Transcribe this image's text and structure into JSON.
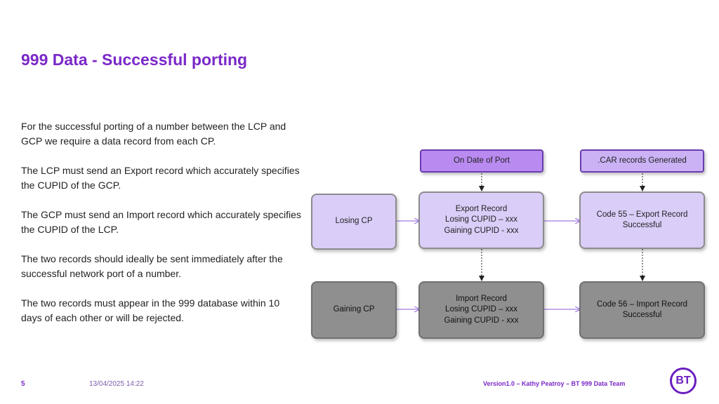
{
  "title": "999 Data - Successful porting",
  "paragraphs": [
    "For the successful porting of a number between the LCP and GCP we require a data record from each CP.",
    "The LCP must send an Export record which accurately specifies the CUPID of the GCP.",
    "The GCP must send an Import record which accurately specifies the CUPID of the LCP.",
    "The two records should ideally be sent immediately after the successful network port of a number.",
    "The two records must appear in the 999 database within 10 days of each other or will be rejected."
  ],
  "diagram": {
    "on_date_of_port": "On Date of Port",
    "car_records": ".CAR records Generated",
    "losing_cp": "Losing CP",
    "gaining_cp": "Gaining CP",
    "export_record": [
      "Export Record",
      "Losing CUPID – xxx",
      "Gaining CUPID - xxx"
    ],
    "import_record": [
      "Import Record",
      "Losing CUPID – xxx",
      "Gaining CUPID - xxx"
    ],
    "code55": [
      "Code 55 – Export Record",
      "Successful"
    ],
    "code56": [
      "Code 56 – Import Record",
      "Successful"
    ],
    "colors": {
      "accent": "#7a28c8",
      "header": "#b98af0",
      "light": "#dacdf8",
      "grey": "#8f8f8f"
    }
  },
  "footer": {
    "page_number": "5",
    "date": "13/04/2025 14:22",
    "version": "Version1.0 – Kathy Peatroy – BT 999 Data Team",
    "logo": "BT"
  }
}
